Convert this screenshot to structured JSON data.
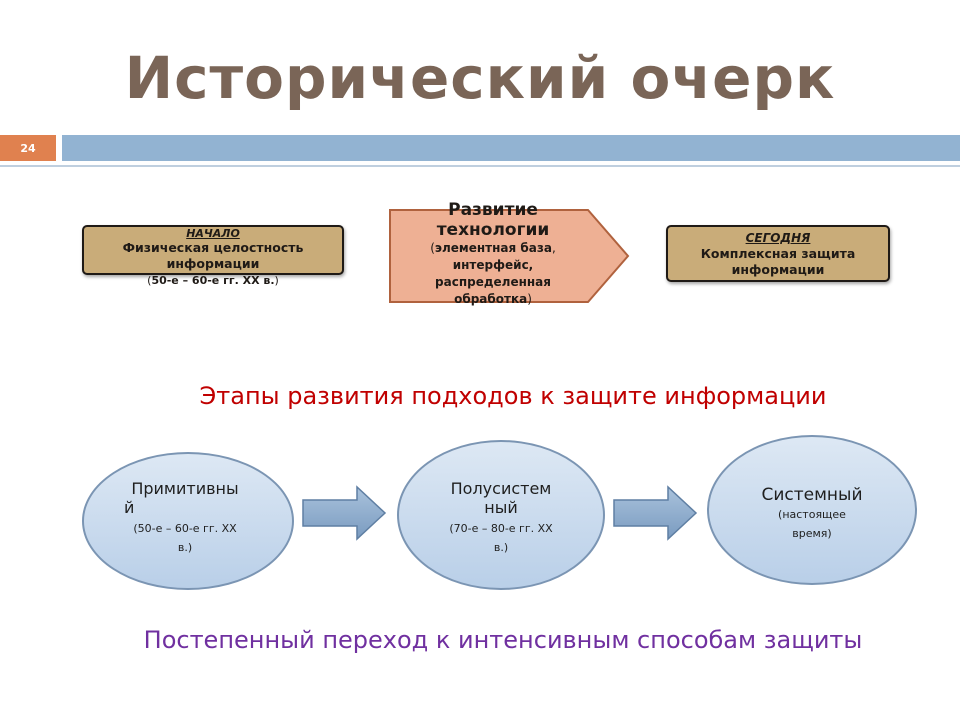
{
  "title": "Исторический очерк",
  "slide_number": "24",
  "colors": {
    "title": "#7a6557",
    "number_box": "#e0814f",
    "band": "#92b3d2",
    "tan_box": "#c9ac79",
    "pentagon": "#eeb094",
    "subtitle": "#c00000",
    "bottom_text": "#7030a0",
    "oval": "#c8d9ee"
  },
  "start_box": {
    "heading": "НАЧАЛО",
    "line1": "Физическая целостность",
    "line2": "информации",
    "period_open": "(",
    "period_a": "50-е – 60-е ",
    "period_b": "гг.",
    "period_c": " XX в.",
    "period_close": ")"
  },
  "development_box": {
    "title_line1": "Развитие",
    "title_line2": "технологии",
    "open": "(",
    "line1": "элементная база",
    "comma": ",",
    "line2": "интерфейс,",
    "line3": "распределенная",
    "line4": "обработка",
    "close": ")"
  },
  "today_box": {
    "heading": "СЕГОДНЯ",
    "line1": "Комплексная защита",
    "line2": "информации"
  },
  "subtitle": "Этапы развития подходов к защите информации",
  "stages": [
    {
      "line1": "Примитивны",
      "line2": "й",
      "sub1": "(50-е – 60-е гг. XX",
      "sub2": "в.)"
    },
    {
      "line1": "Полусистем",
      "line2": "ный",
      "sub1": "(70-е – 80-е гг. XX",
      "sub2": "в.)"
    },
    {
      "line1": "Системный",
      "sub1": "(настоящее",
      "sub2": "время)"
    }
  ],
  "bottom_text": "Постепенный переход к интенсивным способам защиты"
}
